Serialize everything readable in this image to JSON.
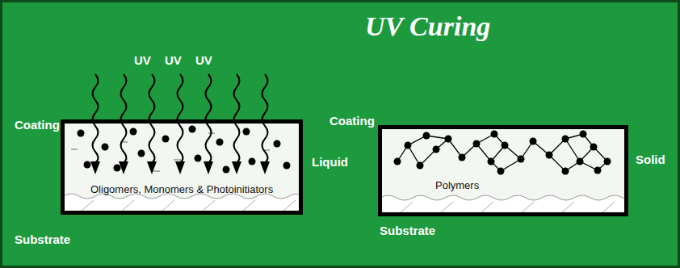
{
  "diagram": {
    "title": "UV Curing",
    "nodes": [
      {
        "text": [
          "Oligomers, Monomers & Photoinitiators"
        ]
      },
      {
        "text": [
          "Polymers"
        ]
      }
    ],
    "labels": [
      "UV",
      "UV",
      "UV",
      "Coating",
      "Liquid",
      "Substrate",
      "Coating",
      "Solid",
      "Substrate"
    ]
  }
}
